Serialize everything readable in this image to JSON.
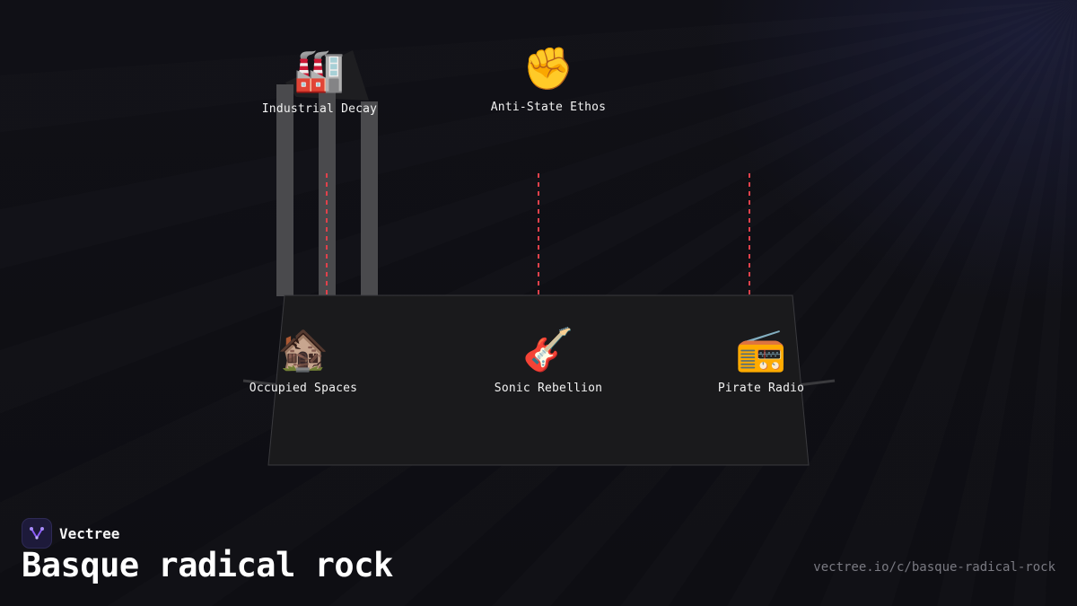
{
  "brand": {
    "name": "Vectree",
    "logo_icon": "vectree-logo-icon",
    "logo_color": "#8b5cf6"
  },
  "title": "Basque radical rock",
  "url": "vectree.io/c/basque-radical-rock",
  "colors": {
    "connector": "#e0414b",
    "platform": "#1a1a1c",
    "pillar": "#4a4a4d"
  },
  "nodes": {
    "industrial_decay": {
      "label": "Industrial Decay",
      "icon": "factory-icon",
      "glyph": "🏭"
    },
    "anti_state_ethos": {
      "label": "Anti-State Ethos",
      "icon": "raised-fist-icon",
      "glyph": "✊"
    },
    "occupied_spaces": {
      "label": "Occupied Spaces",
      "icon": "derelict-house-icon",
      "glyph": "🏚️"
    },
    "sonic_rebellion": {
      "label": "Sonic Rebellion",
      "icon": "guitar-icon",
      "glyph": "🎸"
    },
    "pirate_radio": {
      "label": "Pirate Radio",
      "icon": "radio-icon",
      "glyph": "📻"
    }
  }
}
